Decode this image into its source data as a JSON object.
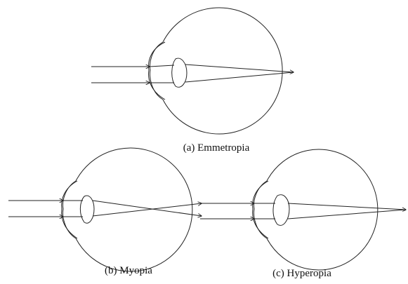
{
  "diagram": {
    "panels": [
      {
        "id": "a",
        "caption": "(a) Emmetropia"
      },
      {
        "id": "b",
        "caption": "(b) Myopia"
      },
      {
        "id": "c",
        "caption": "(c) Hyperopia"
      }
    ]
  }
}
